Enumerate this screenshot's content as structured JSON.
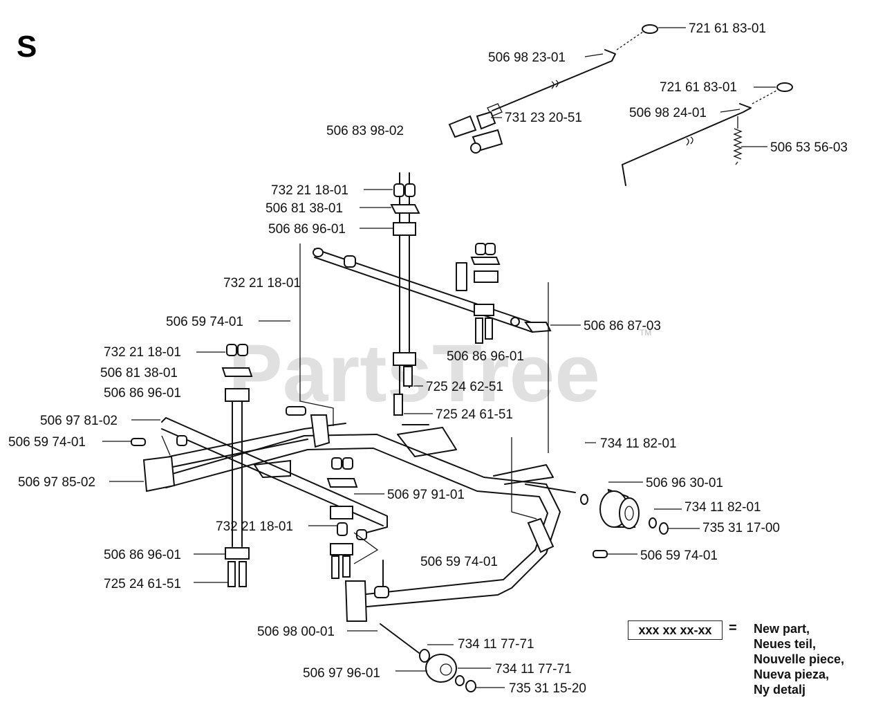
{
  "section_letter": "S",
  "watermark": "PartsTree",
  "watermark_tm": "TM",
  "labels": {
    "l01": "721 61 83-01",
    "l02": "506 98 23-01",
    "l03": "721 61 83-01",
    "l04": "506 98 24-01",
    "l05": "731 23 20-51",
    "l06": "506 83 98-02",
    "l07": "506 53 56-03",
    "l08": "732 21 18-01",
    "l09": "506 81 38-01",
    "l10": "506 86 96-01",
    "l11": "732 21 18-01",
    "l12": "506 59 74-01",
    "l13": "506 86 87-03",
    "l14": "732 21 18-01",
    "l15": "506 86 96-01",
    "l16": "506 81 38-01",
    "l17": "506 86 96-01",
    "l18": "725 24 62-51",
    "l19": "725 24 61-51",
    "l20": "506 97 81-02",
    "l21": "506 59 74-01",
    "l22": "734 11 82-01",
    "l23": "506 97 85-02",
    "l24": "506 96 30-01",
    "l25": "506 97 91-01",
    "l26": "734 11 82-01",
    "l27": "735 31 17-00",
    "l28": "732 21 18-01",
    "l29": "506 59 74-01",
    "l30": "506 86 96-01",
    "l31": "506 59 74-01",
    "l32": "725 24 61-51",
    "l33": "506 98 00-01",
    "l34": "734 11 77-71",
    "l35": "506 97 96-01",
    "l36": "734 11 77-71",
    "l37": "735 31 15-20"
  },
  "legend": {
    "box_text": "xxx xx xx-xx",
    "equals": "=",
    "items": [
      "New part,",
      "Neues teil,",
      "Nouvelle piece,",
      "Nueva pieza,",
      "Ny detalj"
    ]
  }
}
